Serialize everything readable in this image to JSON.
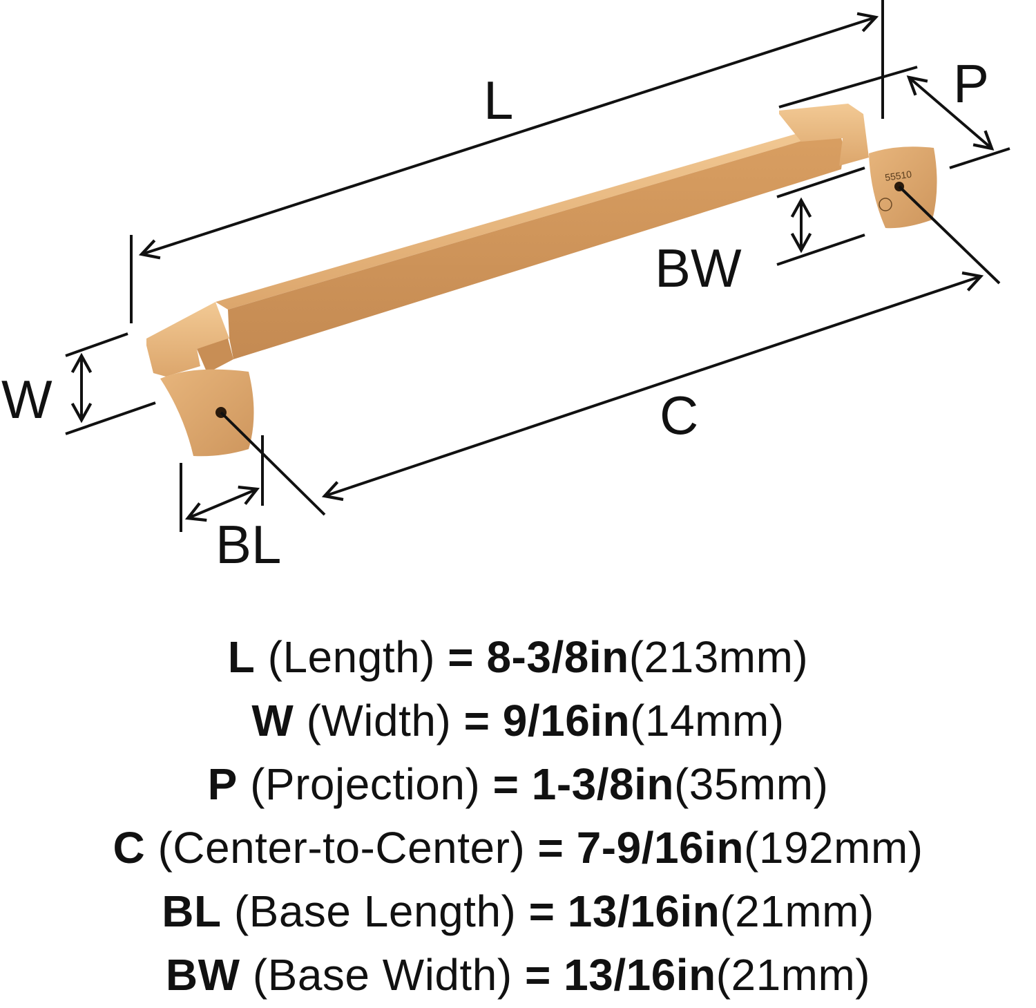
{
  "diagram": {
    "title": "Cabinet pull dimension diagram",
    "product_marking": "55510",
    "accent_color": "#D9A66A",
    "line_color": "#111111",
    "labels": {
      "L": "L",
      "W": "W",
      "P": "P",
      "C": "C",
      "BL": "BL",
      "BW": "BW"
    }
  },
  "specs": [
    {
      "abbr": "L",
      "name": "(Length)",
      "eq": "=",
      "imperial": "8-3/8in",
      "metric": "(213mm)"
    },
    {
      "abbr": "W",
      "name": "(Width)",
      "eq": "=",
      "imperial": "9/16in",
      "metric": "(14mm)"
    },
    {
      "abbr": "P",
      "name": "(Projection)",
      "eq": "=",
      "imperial": "1-3/8in",
      "metric": "(35mm)"
    },
    {
      "abbr": "C",
      "name": "(Center-to-Center)",
      "eq": "=",
      "imperial": "7-9/16in",
      "metric": "(192mm)"
    },
    {
      "abbr": "BL",
      "name": "(Base Length)",
      "eq": "=",
      "imperial": "13/16in",
      "metric": "(21mm)"
    },
    {
      "abbr": "BW",
      "name": "(Base Width)",
      "eq": "=",
      "imperial": "13/16in",
      "metric": "(21mm)"
    }
  ]
}
